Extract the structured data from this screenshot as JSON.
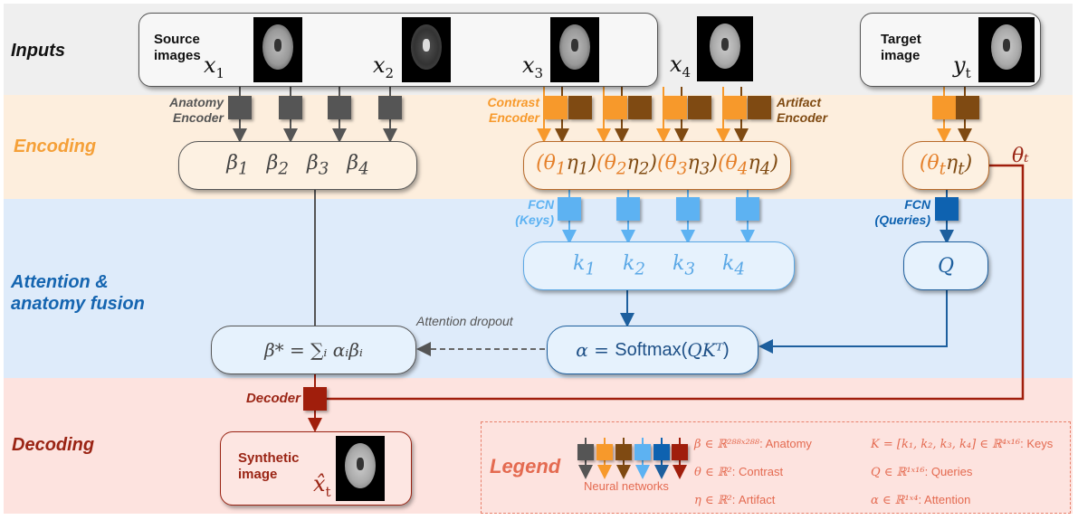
{
  "stages": {
    "inputs": "Inputs",
    "encoding": "Encoding",
    "attention": "Attention &\nanatomy fusion",
    "decoding": "Decoding"
  },
  "inputs": {
    "source_title": "Source images",
    "source_vars": [
      "x",
      "x",
      "x",
      "x"
    ],
    "source_subs": [
      "1",
      "2",
      "3",
      "4"
    ],
    "target_title": "Target image",
    "target_var": "y",
    "target_sub": "t"
  },
  "encoders": {
    "anatomy": "Anatomy Encoder",
    "contrast": "Contrast Encoder",
    "artifact": "Artifact Encoder",
    "fcn_keys": "FCN (Keys)",
    "fcn_queries": "FCN (Queries)",
    "decoder": "Decoder"
  },
  "nodes": {
    "betas": [
      "β",
      "β",
      "β",
      "β"
    ],
    "beta_subs": [
      "1",
      "2",
      "3",
      "4"
    ],
    "theta_eta_pairs": [
      {
        "theta_sub": "1",
        "eta_sub": "1"
      },
      {
        "theta_sub": "2",
        "eta_sub": "2"
      },
      {
        "theta_sub": "3",
        "eta_sub": "3"
      },
      {
        "theta_sub": "4",
        "eta_sub": "4"
      }
    ],
    "target_pair": {
      "theta_sub": "t",
      "eta_sub": "t"
    },
    "keys": [
      "k",
      "k",
      "k",
      "k"
    ],
    "key_subs": [
      "1",
      "2",
      "3",
      "4"
    ],
    "query": "Q",
    "beta_star": "β* = ∑ᵢ αᵢβᵢ",
    "softmax_lhs": "α = ",
    "softmax_fn": "Softmax(",
    "softmax_arg": "QKᵀ",
    "softmax_close": ")",
    "theta_t_label": "θₜ",
    "dropout_label": "Attention dropout"
  },
  "output": {
    "title": "Synthetic image",
    "var": "x̂",
    "sub": "t"
  },
  "legend": {
    "title": "Legend",
    "nn_caption": "Neural networks",
    "network_colors": [
      "#555555",
      "#f7992b",
      "#7f4a12",
      "#5db2f2",
      "#0e62b0",
      "#a01e0c"
    ],
    "items": [
      {
        "math": "β ∈ ℝ²⁸⁸ˣ²⁸⁸",
        "text": ": Anatomy"
      },
      {
        "math": "θ ∈ ℝ²",
        "text": ": Contrast"
      },
      {
        "math": "η ∈ ℝ²",
        "text": ": Artifact"
      },
      {
        "math": "K = [k₁, k₂, k₃, k₄] ∈ ℝ⁴ˣ¹⁶",
        "text": ": Keys"
      },
      {
        "math": "Q ∈ ℝ¹ˣ¹⁶",
        "text": ": Queries"
      },
      {
        "math": "α ∈ ℝ¹ˣ⁴",
        "text": ": Attention"
      }
    ]
  },
  "colors": {
    "anatomy": "#555555",
    "contrast": "#f7992b",
    "artifact": "#7f4a12",
    "keys": "#5db2f2",
    "queries": "#0e62b0",
    "decoder": "#a01e0c"
  }
}
